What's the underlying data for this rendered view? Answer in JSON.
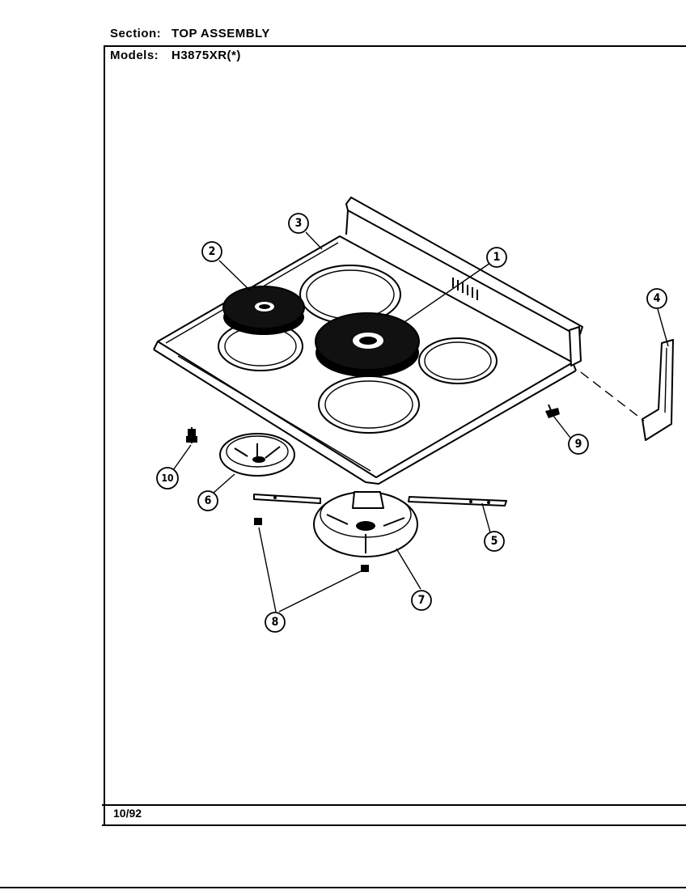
{
  "header": {
    "section_label": "Section:",
    "section_value": "TOP ASSEMBLY",
    "models_label": "Models:",
    "models_value": "H3875XR(*)"
  },
  "footer": {
    "date": "10/92"
  },
  "callouts": {
    "c1": "1",
    "c2": "2",
    "c3": "3",
    "c4": "4",
    "c5": "5",
    "c6": "6",
    "c7": "7",
    "c8": "8",
    "c9": "9",
    "c10": "10"
  }
}
